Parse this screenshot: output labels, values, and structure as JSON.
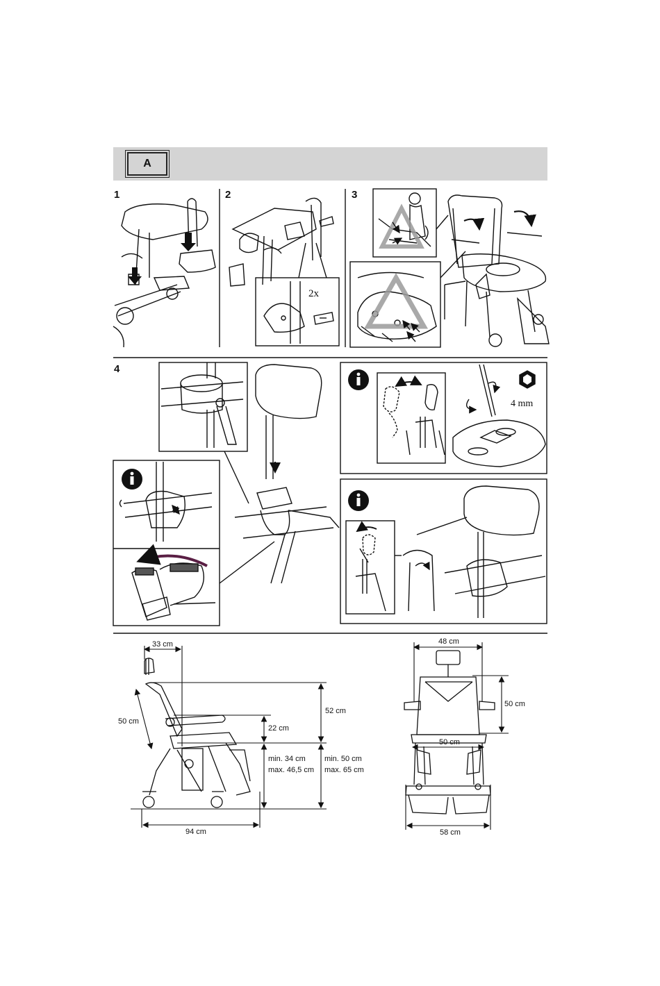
{
  "header": {
    "section_label": "A"
  },
  "steps": {
    "s1": "1",
    "s2": "2",
    "s3": "3",
    "s4": "4"
  },
  "step2": {
    "count_label": "2x"
  },
  "step4": {
    "tool_size": "4 mm"
  },
  "dimensions": {
    "side": {
      "top_offset": "33 cm",
      "backrest": "50 cm",
      "armrest_height": "22 cm",
      "backrest_height": "52 cm",
      "seat_height_min": "min. 34 cm",
      "seat_height_max": "max. 46,5 cm",
      "total_height_min": "min. 50 cm",
      "total_height_max": "max. 65 cm",
      "length": "94 cm"
    },
    "front": {
      "armrest_width": "48 cm",
      "back_height": "50 cm",
      "seat_width": "50 cm",
      "total_width": "58 cm"
    }
  },
  "colors": {
    "band": "#d4d4d4",
    "ink": "#111111",
    "accent_arrow": "#5a1f44",
    "warning_triangle": "#9a9a9a"
  },
  "icons": [
    "info-icon",
    "hex-key-icon",
    "warning-triangle-icon",
    "arrow-icon"
  ]
}
